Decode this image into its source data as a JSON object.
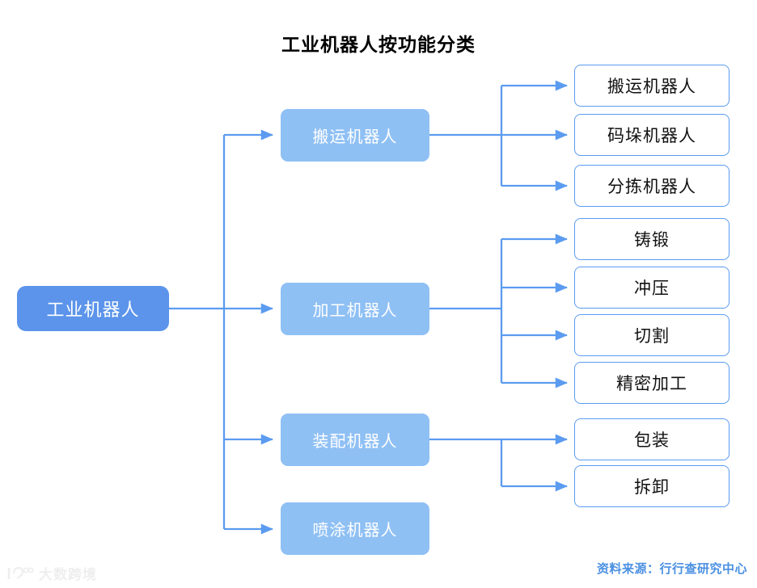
{
  "page": {
    "title": "工业机器人按功能分类",
    "accent_color": "#5b9bf0",
    "root_fill": "#5b94ea",
    "level2_fill": "#8fc0f4",
    "leaf_fill": "#ffffff",
    "source_color": "#4a90e2"
  },
  "diagram": {
    "type": "tree",
    "root": {
      "label": "工业机器人"
    },
    "branches": [
      {
        "label": "搬运机器人",
        "children": [
          {
            "label": "搬运机器人"
          },
          {
            "label": "码垛机器人"
          },
          {
            "label": "分拣机器人"
          }
        ]
      },
      {
        "label": "加工机器人",
        "children": [
          {
            "label": "铸锻"
          },
          {
            "label": "冲压"
          },
          {
            "label": "切割"
          },
          {
            "label": "精密加工"
          }
        ]
      },
      {
        "label": "装配机器人",
        "children": [
          {
            "label": "包装"
          },
          {
            "label": "拆卸"
          }
        ]
      },
      {
        "label": "喷涂机器人",
        "children": []
      }
    ]
  },
  "footer": {
    "source": "资料来源：行行查研究中心"
  },
  "watermark": {
    "text": "大数跨境",
    "logo": "kuajing-logo-icon"
  }
}
